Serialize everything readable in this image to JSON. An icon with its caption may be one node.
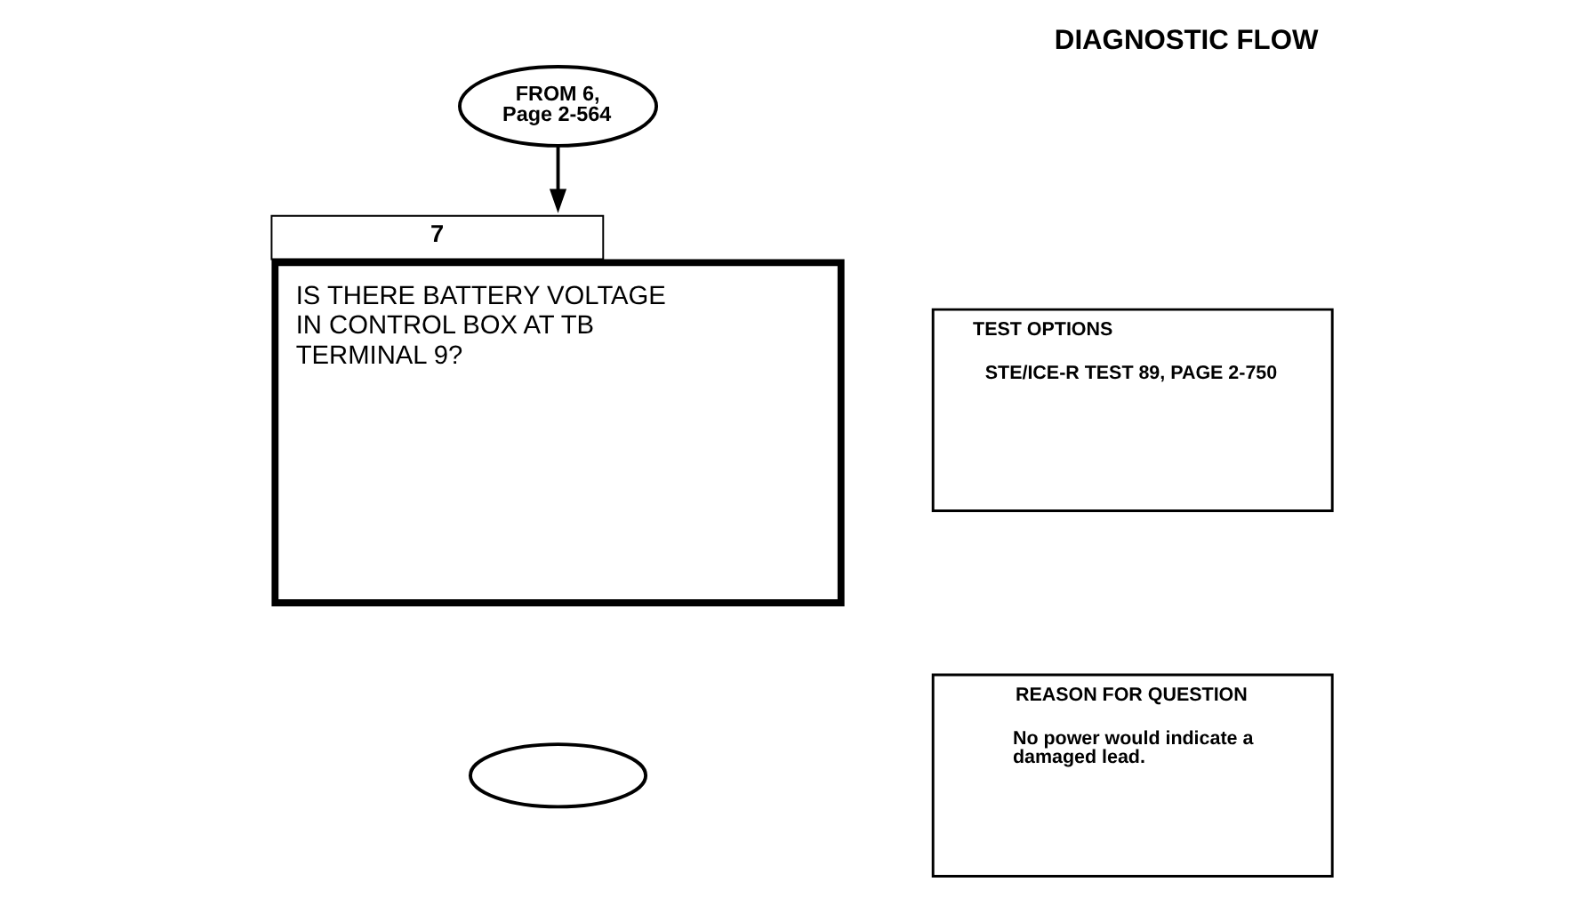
{
  "diagram": {
    "title": "DIAGNOSTIC FLOW",
    "nodes": [
      {
        "text": [
          "FROM 6, Page 2-564"
        ]
      },
      {
        "text": [
          "7",
          "IS THERE BATTERY VOLTAGE IN CONTROL BOX AT TB TERMINAL 9?"
        ]
      },
      {
        "text": [
          "TEST OPTIONS",
          "STE/ICE-R TEST 89, PAGE 2-750"
        ]
      },
      {
        "text": [
          "REASON FOR QUESTION",
          "No power would indicate a damaged lead."
        ]
      },
      {
        "text": [],
        "shape": "oval"
      }
    ],
    "edges": [
      {
        "from": 0,
        "to": 1,
        "arrow": "to"
      }
    ]
  }
}
